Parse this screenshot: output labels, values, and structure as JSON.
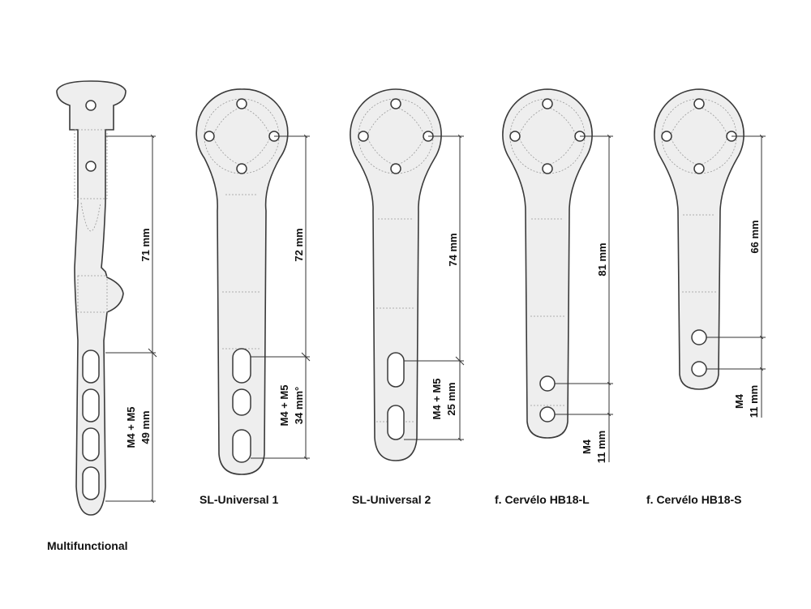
{
  "figure": {
    "items": [
      {
        "label": "Multifunctional",
        "dims": [
          {
            "text": "71 mm"
          },
          {
            "text1": "M4 + M5",
            "text2": "49 mm"
          }
        ]
      },
      {
        "label": "SL-Universal 1",
        "dims": [
          {
            "text": "72 mm"
          },
          {
            "text1": "M4 + M5",
            "text2": "34 mm°"
          }
        ]
      },
      {
        "label": "SL-Universal 2",
        "dims": [
          {
            "text": "74 mm"
          },
          {
            "text1": "M4 + M5",
            "text2": "25 mm"
          }
        ]
      },
      {
        "label": "f. Cervélo HB18-L",
        "dims": [
          {
            "text": "81 mm"
          },
          {
            "text1": "M4",
            "text2": "11 mm"
          }
        ]
      },
      {
        "label": "f. Cervélo HB18-S",
        "dims": [
          {
            "text": "66 mm"
          },
          {
            "text1": "M4",
            "text2": "11 mm"
          }
        ]
      }
    ]
  }
}
